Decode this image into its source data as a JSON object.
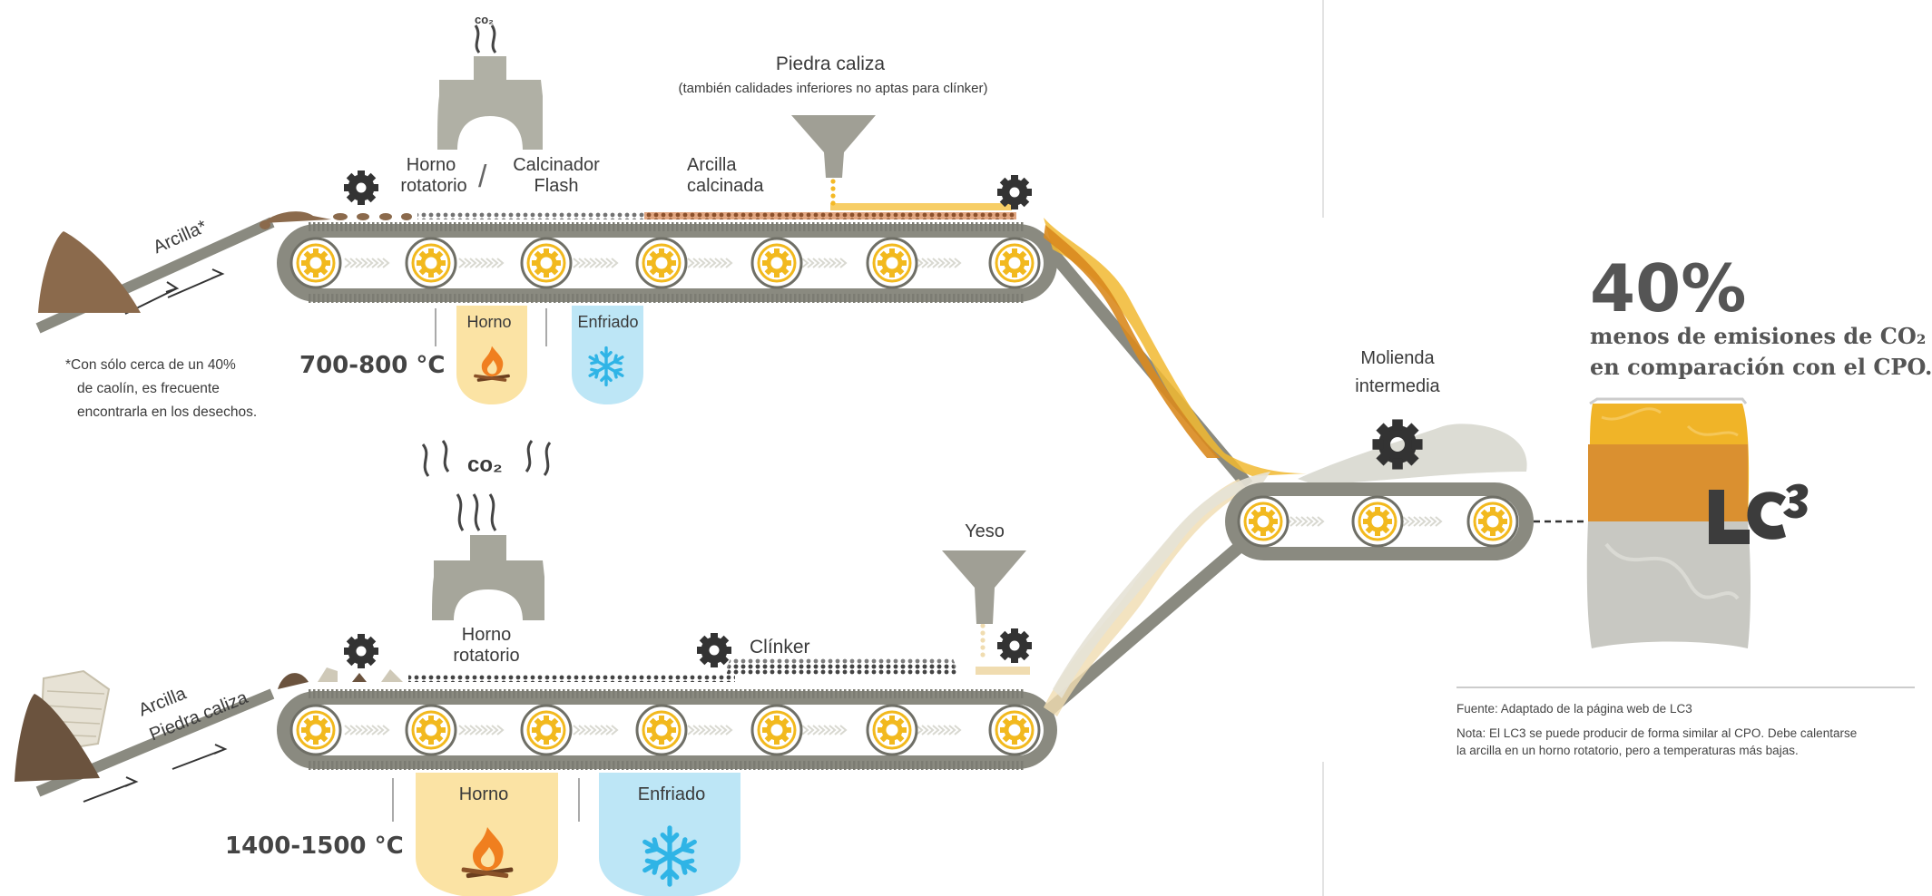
{
  "top_process": {
    "product_label": "Piedra caliza",
    "product_note": "(también calidades inferiores no aptas para clínker)",
    "kiln_label_1": "Horno",
    "kiln_label_2": "rotatorio",
    "slash": "/",
    "calciner_label_1": "Calcinador",
    "calciner_label_2": "Flash",
    "calcined_label_1": "Arcilla",
    "calcined_label_2": "calcinada",
    "input_label": "Arcilla*",
    "oven_label": "Horno",
    "cooling_label": "Enfriado",
    "temperature": "700-800 °C",
    "co2_label": "co₂",
    "footnote_1": "*Con sólo cerca de un 40%",
    "footnote_2": "de caolín, es frecuente",
    "footnote_3": "encontrarla en los desechos."
  },
  "bottom_process": {
    "input_label_1": "Arcilla",
    "input_label_2": "Piedra caliza",
    "kiln_label_1": "Horno",
    "kiln_label_2": "rotatorio",
    "clinker_label": "Clínker",
    "gypsum_label": "Yeso",
    "oven_label": "Horno",
    "cooling_label": "Enfriado",
    "temperature": "1400-1500 °C",
    "co2_label": "co₂"
  },
  "grinding": {
    "label_1": "Molienda",
    "label_2": "intermedia"
  },
  "result": {
    "percent": "40%",
    "line_1": "menos de emisiones de CO₂",
    "line_2": "en comparación con el CPO.",
    "brand": "LC³"
  },
  "notes": {
    "source": "Fuente: Adaptado de la página web de LC3",
    "note_1": "Nota: El LC3 se puede producir de forma similar al CPO. Debe calentarse",
    "note_2": "la arcilla en un horno rotatorio, pero a temperaturas más bajas."
  },
  "colors": {
    "belt": "#8a8a80",
    "roller": "#f2b91e",
    "clay": "#8b6a4c",
    "oven": "#fbe3a4",
    "cooling": "#bde6f6",
    "flame": "#f07f1f",
    "snowflake": "#2fb4e6",
    "hood": "#b0b0a5",
    "calcined_clay": "#c95d1a",
    "clinker": "#444444",
    "bag_top": "#f0b428",
    "bag_mid": "#da9030",
    "bag_bottom": "#c8c8c2"
  }
}
